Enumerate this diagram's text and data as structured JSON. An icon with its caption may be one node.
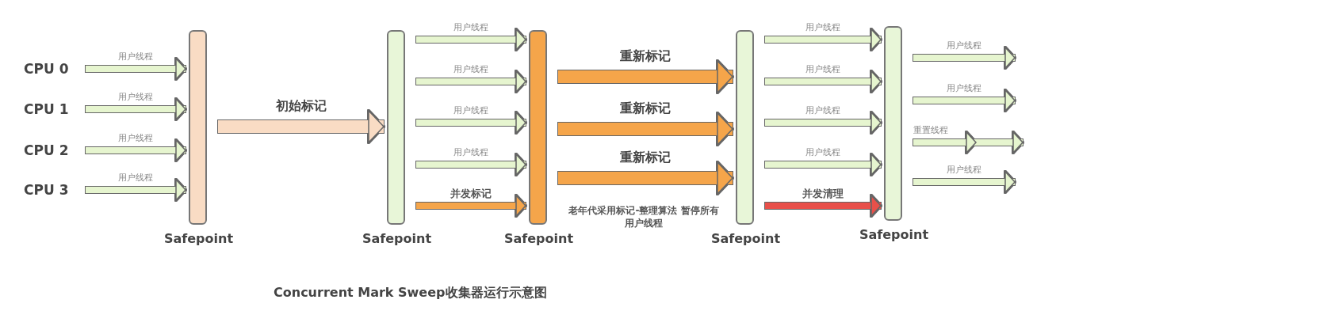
{
  "diagram": {
    "caption": "Concurrent Mark Sweep收集器运行示意图",
    "nodes": [
      {
        "text": [
          "CPU 0"
        ]
      },
      {
        "text": [
          "CPU 1"
        ]
      },
      {
        "text": [
          "CPU 2"
        ]
      },
      {
        "text": [
          "CPU 3"
        ]
      },
      {
        "text": [
          "Safepoint"
        ]
      },
      {
        "text": [
          "Safepoint"
        ]
      },
      {
        "text": [
          "Safepoint"
        ]
      },
      {
        "text": [
          "Safepoint"
        ]
      },
      {
        "text": [
          "Safepoint"
        ]
      }
    ],
    "edges": [
      {
        "from": 0,
        "to": 4,
        "arrow": "to",
        "label": "用户线程"
      },
      {
        "from": 1,
        "to": 4,
        "arrow": "to",
        "label": "用户线程"
      },
      {
        "from": 2,
        "to": 4,
        "arrow": "to",
        "label": "用户线程"
      },
      {
        "from": 3,
        "to": 4,
        "arrow": "to",
        "label": "用户线程"
      },
      {
        "from": 4,
        "to": 5,
        "arrow": "to",
        "label": "初始标记",
        "style": "thick",
        "color": "#f9dcc4"
      },
      {
        "from": 5,
        "to": 6,
        "arrow": "to",
        "label": "用户线程"
      },
      {
        "from": 5,
        "to": 6,
        "arrow": "to",
        "label": "用户线程"
      },
      {
        "from": 5,
        "to": 6,
        "arrow": "to",
        "label": "用户线程"
      },
      {
        "from": 5,
        "to": 6,
        "arrow": "to",
        "label": "用户线程"
      },
      {
        "from": 5,
        "to": 6,
        "arrow": "to",
        "label": "并发标记",
        "color": "#f5a54a"
      },
      {
        "from": 6,
        "to": 7,
        "arrow": "to",
        "label": "重新标记",
        "style": "thick",
        "color": "#f5a54a"
      },
      {
        "from": 6,
        "to": 7,
        "arrow": "to",
        "label": "重新标记",
        "style": "thick",
        "color": "#f5a54a"
      },
      {
        "from": 6,
        "to": 7,
        "arrow": "to",
        "label": "重新标记",
        "style": "thick",
        "color": "#f5a54a"
      },
      {
        "from": 7,
        "to": 8,
        "arrow": "to",
        "label": "用户线程"
      },
      {
        "from": 7,
        "to": 8,
        "arrow": "to",
        "label": "用户线程"
      },
      {
        "from": 7,
        "to": 8,
        "arrow": "to",
        "label": "用户线程"
      },
      {
        "from": 7,
        "to": 8,
        "arrow": "to",
        "label": "用户线程"
      },
      {
        "from": 7,
        "to": 8,
        "arrow": "to",
        "label": "并发清理",
        "color": "#e8504a"
      },
      {
        "from": 8,
        "to": null,
        "arrow": "to",
        "label": "用户线程"
      },
      {
        "from": 8,
        "to": null,
        "arrow": "to",
        "label": "用户线程"
      },
      {
        "from": 8,
        "to": null,
        "arrow": "to",
        "label": "重置线程"
      },
      {
        "from": 8,
        "to": null,
        "arrow": "to",
        "label": "用户线程"
      }
    ],
    "labels": [
      "老年代采用标记-整理算法 暂停所有用户线程"
    ]
  }
}
